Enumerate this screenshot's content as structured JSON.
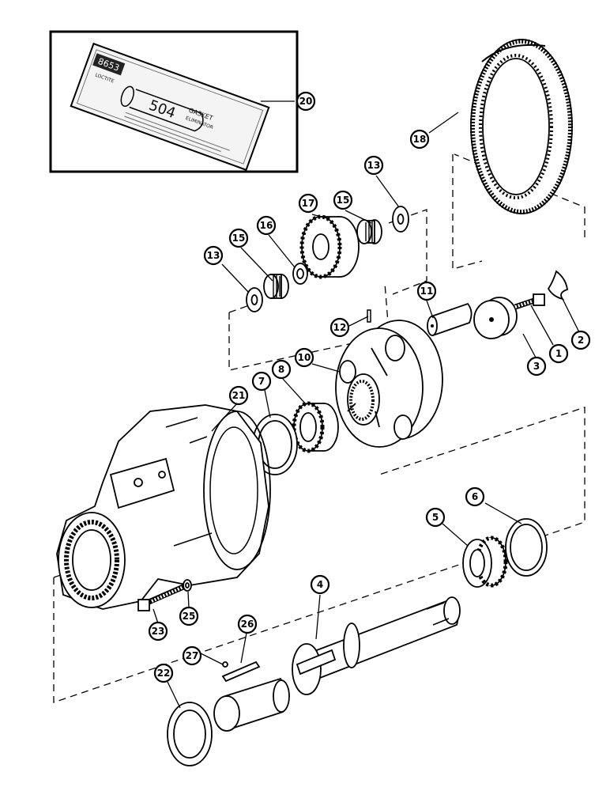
{
  "callouts": [
    {
      "label": "1"
    },
    {
      "label": "2"
    },
    {
      "label": "3"
    },
    {
      "label": "4"
    },
    {
      "label": "5"
    },
    {
      "label": "6"
    },
    {
      "label": "7"
    },
    {
      "label": "8"
    },
    {
      "label": "10"
    },
    {
      "label": "11"
    },
    {
      "label": "12"
    },
    {
      "label": "13"
    },
    {
      "label": "13"
    },
    {
      "label": "15"
    },
    {
      "label": "15"
    },
    {
      "label": "16"
    },
    {
      "label": "17"
    },
    {
      "label": "18"
    },
    {
      "label": "20"
    },
    {
      "label": "21"
    },
    {
      "label": "22"
    },
    {
      "label": "23"
    },
    {
      "label": "25"
    },
    {
      "label": "26"
    },
    {
      "label": "27"
    }
  ],
  "sealant_package": {
    "product_number": "504",
    "product_line_1": "GASKET",
    "product_line_2": "ELIMINATOR",
    "brand": "LOCTITE",
    "part_code": "8653"
  }
}
